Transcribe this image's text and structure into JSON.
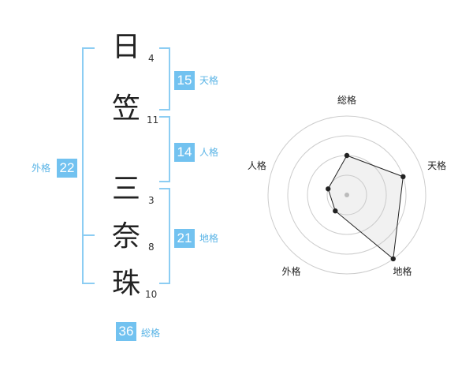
{
  "name_chars": [
    {
      "char": "日",
      "strokes": "4"
    },
    {
      "char": "笠",
      "strokes": "11"
    },
    {
      "char": "三",
      "strokes": "3"
    },
    {
      "char": "奈",
      "strokes": "8"
    },
    {
      "char": "珠",
      "strokes": "10"
    }
  ],
  "fortunes": {
    "tenkaku": {
      "value": "15",
      "label": "天格"
    },
    "jinkaku": {
      "value": "14",
      "label": "人格"
    },
    "chikaku": {
      "value": "21",
      "label": "地格"
    },
    "gaikaku": {
      "value": "22",
      "label": "外格"
    },
    "soukaku": {
      "value": "36",
      "label": "総格"
    }
  },
  "colors": {
    "badge_bg": "#72c2f0",
    "bracket": "#8ccdf3",
    "label_text": "#5ab4e6"
  },
  "chart_data": {
    "type": "radar",
    "axes": [
      "総格",
      "天格",
      "地格",
      "外格",
      "人格"
    ],
    "values": [
      0.5,
      0.75,
      1.0,
      0.25,
      0.25
    ],
    "rings": 4
  }
}
